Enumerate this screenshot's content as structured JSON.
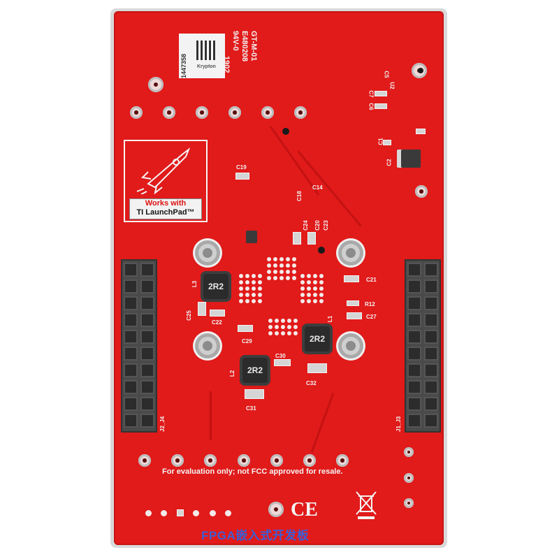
{
  "board": {
    "label_serial": "1447358",
    "label_maker": "Krypton",
    "fab_code_1": "1902",
    "fab_code_2": "94V-0",
    "fab_code_3": "E480208",
    "fab_code_4": "GT-M-01",
    "badge_line1": "Works with",
    "badge_line2": "TI LaunchPad™",
    "inductor_label": "2R2",
    "fcc_notice": "For evaluation only; not FCC approved for resale.",
    "ce_mark": "CE",
    "header_left": "J2_J4",
    "header_right": "J1_J3",
    "refs": {
      "c19": "C19",
      "c18": "C18",
      "c14": "C14",
      "c24": "C24",
      "c20": "C20",
      "c23": "C23",
      "c21": "C21",
      "r12": "R12",
      "c27": "C27",
      "c25": "C25",
      "c22": "C22",
      "c29": "C29",
      "c30": "C30",
      "c31": "C31",
      "c32": "C32",
      "l1": "L1",
      "l2": "L2",
      "l3": "L3",
      "c1": "C1",
      "c2": "C2",
      "c5": "C5",
      "c7": "C7",
      "c6": "C6",
      "u2": "U2"
    }
  },
  "watermark": "FPGA嵌入式开发板"
}
